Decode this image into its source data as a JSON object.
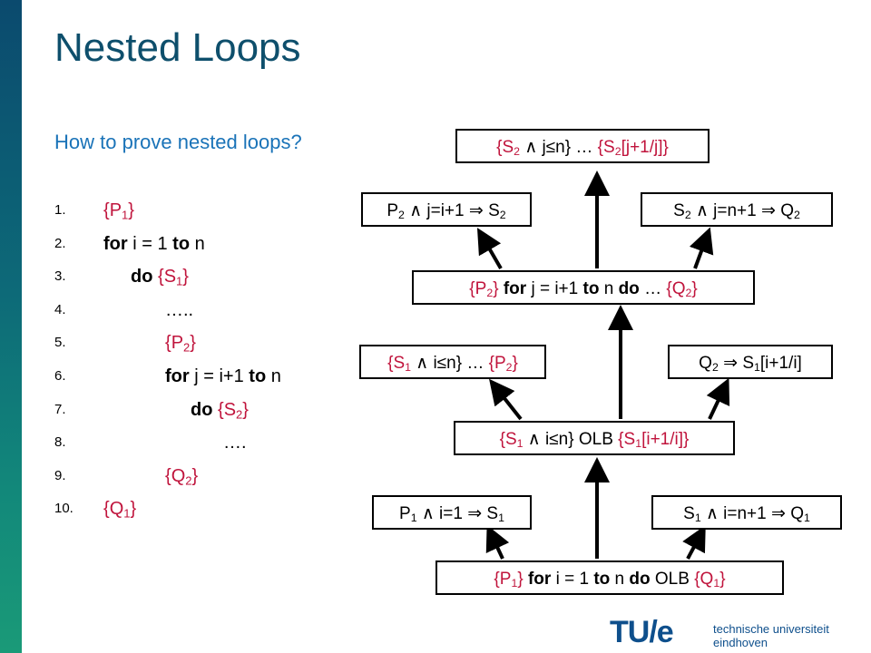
{
  "slide": {
    "title": "Nested Loops",
    "subtitle": "How to prove nested loops?"
  },
  "code_lines": [
    {
      "num": "1."
    },
    {
      "num": "2.",
      "kw1": "for",
      "t1": " i = 1 ",
      "kw2": "to",
      "t2": " n"
    },
    {
      "num": "3.",
      "kw1": "do"
    },
    {
      "num": "4.",
      "t1": "….."
    },
    {
      "num": "5."
    },
    {
      "num": "6.",
      "kw1": "for",
      "t1": " j = i+1 ",
      "kw2": "to",
      "t2": " n"
    },
    {
      "num": "7.",
      "kw1": "do"
    },
    {
      "num": "8.",
      "t1": "…."
    },
    {
      "num": "9."
    },
    {
      "num": "10."
    }
  ],
  "symbols": {
    "P": "P",
    "Q": "Q",
    "S": "S",
    "one": "1",
    "two": "2",
    "lb": "{",
    "rb": "}"
  },
  "tree": {
    "and": "∧",
    "implies": "⇒",
    "for": "for",
    "to": "to",
    "do": "do",
    "ellipsis": "…",
    "olb": "OLB",
    "j_le_n": " j≤n} ",
    "j_eq_i1": " j=i+1 ",
    "j_eq_n1": " j=n+1 ",
    "i_le_n": " i≤n} ",
    "i_eq_1": " i=1 ",
    "i_eq_n1": " i=n+1 ",
    "sub_j": "[j+1/j]",
    "sub_i": "[i+1/i]",
    "loop_j": " j = i+1 ",
    "loop_i": " i = 1 ",
    "n": " n "
  },
  "logo": {
    "mark": "TU/e",
    "text": "technische universiteit eindhoven"
  },
  "colors": {
    "title": "#0e4f6c",
    "subtitle": "#1a73b8",
    "assertion": "#c0143c",
    "sidebar": "#0d6a78"
  }
}
